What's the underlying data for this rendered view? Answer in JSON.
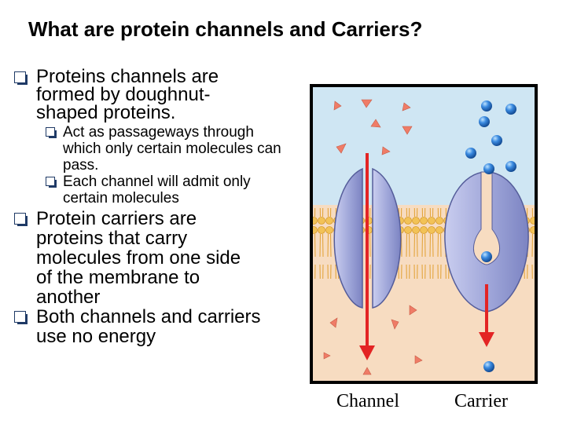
{
  "title": "What are protein channels and Carriers?",
  "bullets": {
    "b1": "Proteins channels are formed by doughnut-shaped proteins.",
    "b1_sub1": "Act as passageways through which only certain molecules can pass.",
    "b1_sub2": "Each channel will admit only certain molecules",
    "b2": "Protein carriers are proteins that carry molecules from one side of the membrane to another",
    "b3": "Both channels and carriers use no energy"
  },
  "figure": {
    "channel_label": "Channel",
    "carrier_label": "Carrier",
    "colors": {
      "extracellular": "#cfe6f3",
      "cytoplasm": "#f7dcc1",
      "lipid_head": "#f2c257",
      "tail": "#e8b045",
      "protein": "#aab0dc",
      "arrow": "#e32424",
      "triangle": "#ef7c67",
      "sphere": "#2a76c8"
    }
  }
}
